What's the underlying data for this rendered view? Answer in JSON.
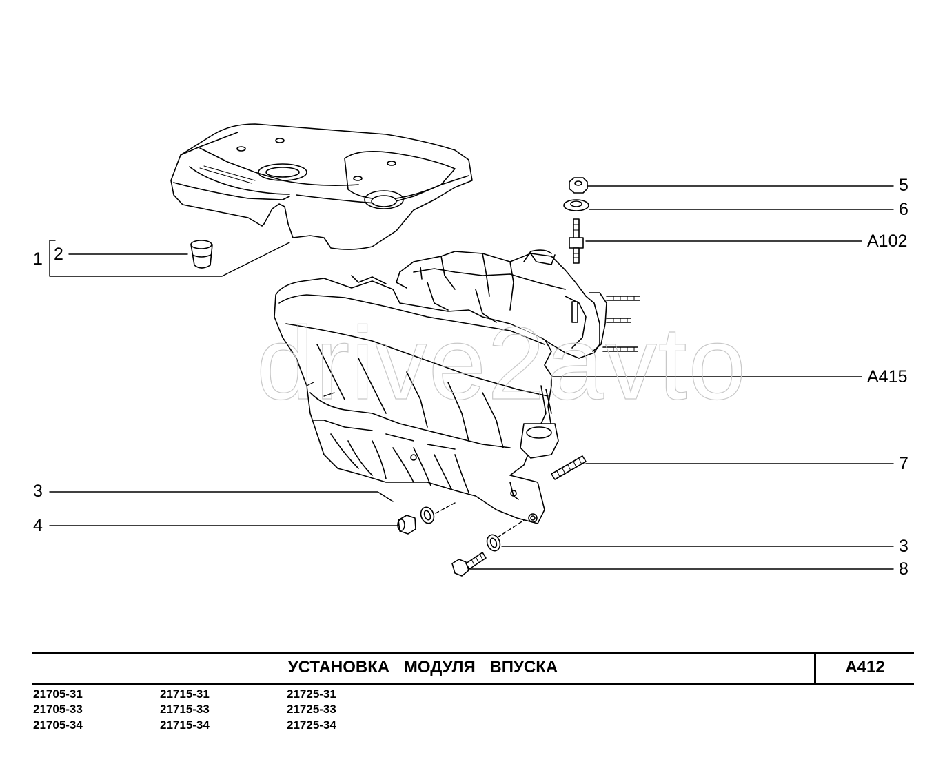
{
  "diagram": {
    "watermark": "drive2avto",
    "callouts": {
      "c1": "1",
      "c2": "2",
      "c3_left": "3",
      "c4": "4",
      "c5": "5",
      "c6": "6",
      "cA102": "A102",
      "cA415": "A415",
      "c7": "7",
      "c3_right": "3",
      "c8": "8"
    }
  },
  "title_block": {
    "title": "УСТАНОВКА МОДУЛЯ ВПУСКА",
    "code": "A412"
  },
  "models": {
    "col1": [
      "21705-31",
      "21705-33",
      "21705-34"
    ],
    "col2": [
      "21715-31",
      "21715-33",
      "21715-34"
    ],
    "col3": [
      "21725-31",
      "21725-33",
      "21725-34"
    ]
  }
}
